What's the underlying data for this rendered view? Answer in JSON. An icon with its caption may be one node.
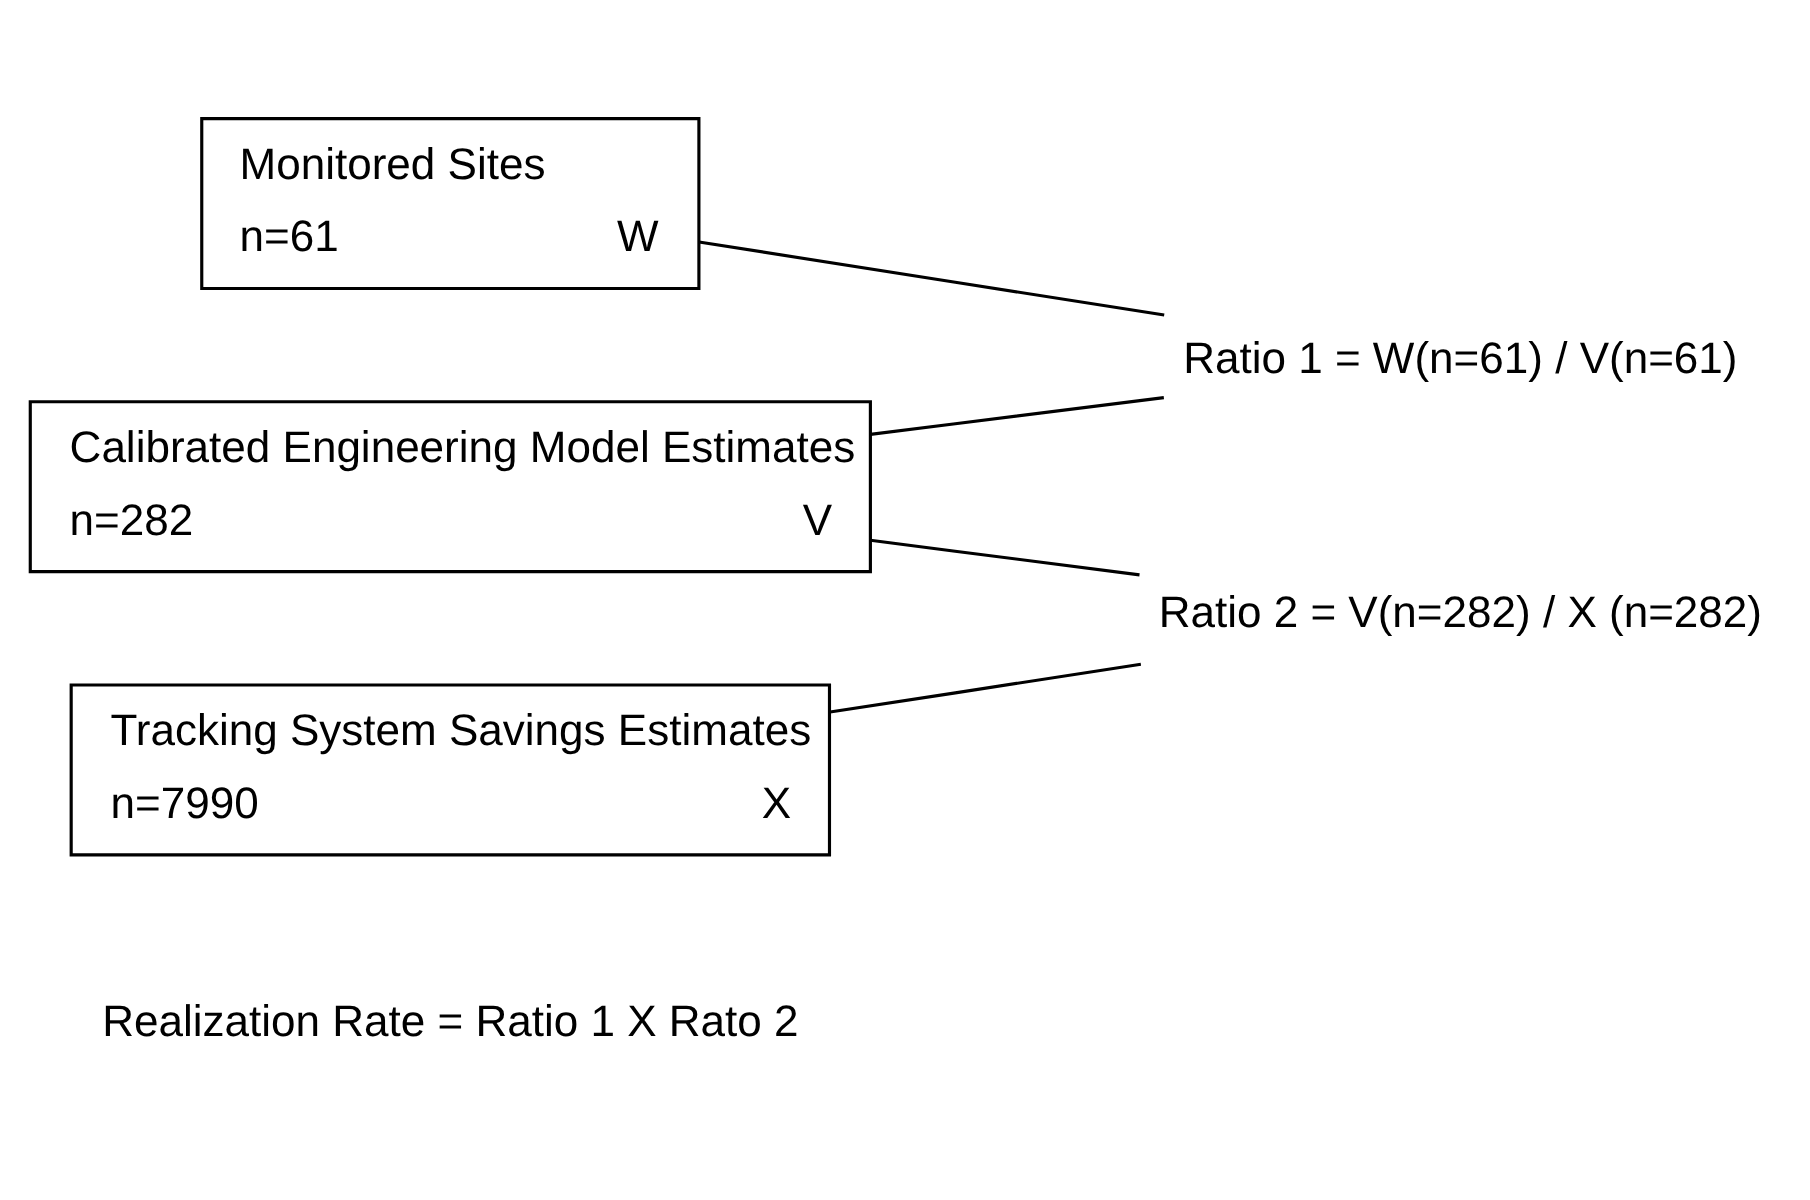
{
  "diagram": {
    "nodes": [
      {
        "text": [
          "Monitored Sites",
          "n=61",
          "W"
        ]
      },
      {
        "text": [
          "Calibrated Engineering Model Estimates",
          "n=282",
          "V"
        ]
      },
      {
        "text": [
          "Tracking System Savings Estimates",
          "n=7990",
          "X"
        ]
      },
      {
        "text": [
          "Ratio 1 = W(n=61) / V(n=61)"
        ]
      },
      {
        "text": [
          "Ratio 2 = V(n=282) / X (n=282)"
        ]
      }
    ],
    "edges": [
      {
        "from": 0,
        "to": 3,
        "arrow": "none"
      },
      {
        "from": 1,
        "to": 3,
        "arrow": "none"
      },
      {
        "from": 1,
        "to": 4,
        "arrow": "none"
      },
      {
        "from": 2,
        "to": 4,
        "arrow": "none"
      }
    ],
    "labels": [
      "Realization Rate = Ratio 1 X Rato 2"
    ]
  }
}
